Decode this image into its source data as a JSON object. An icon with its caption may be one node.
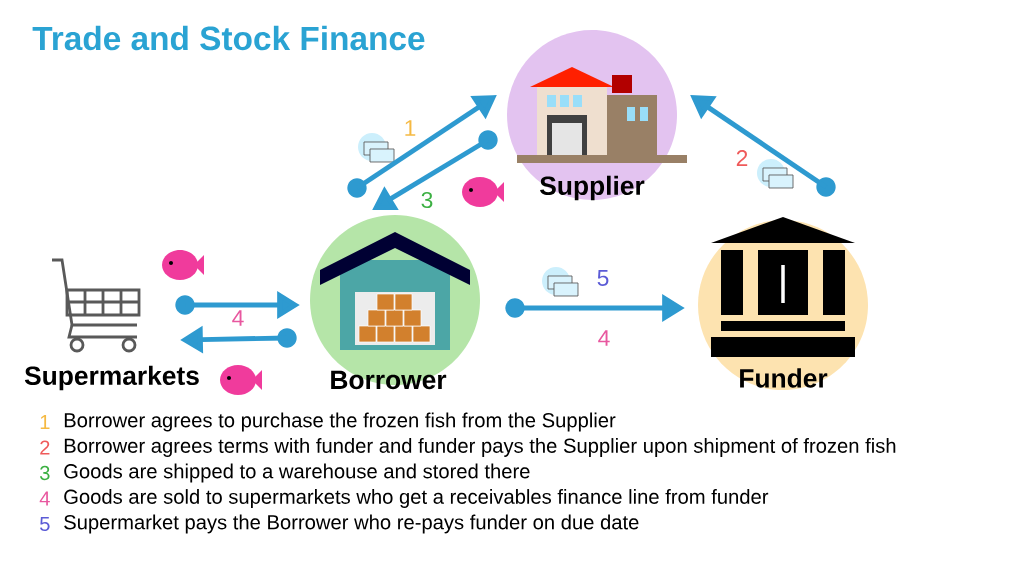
{
  "diagram": {
    "title": "Trade and Stock Finance",
    "nodes": [
      {
        "text": [
          "Supermarkets"
        ]
      },
      {
        "text": [
          "Borrower"
        ]
      },
      {
        "text": [
          "Supplier"
        ]
      },
      {
        "text": [
          "Funder"
        ]
      }
    ],
    "edges": [
      {
        "from": 1,
        "to": 2,
        "arrow": "to",
        "label": "1"
      },
      {
        "from": 2,
        "to": 1,
        "arrow": "to",
        "label": "3"
      },
      {
        "from": 3,
        "to": 2,
        "arrow": "to",
        "label": "2"
      },
      {
        "from": 0,
        "to": 1,
        "arrow": "to",
        "label": "4"
      },
      {
        "from": 1,
        "to": 0,
        "arrow": "to"
      },
      {
        "from": 1,
        "to": 3,
        "arrow": "to",
        "label": "5"
      }
    ],
    "labels": [
      "4",
      "1",
      "Borrower agrees to purchase the frozen fish from the Supplier",
      "2",
      "Borrower agrees terms with funder and funder pays the Supplier upon shipment of frozen fish",
      "3",
      "Goods are shipped to a warehouse and stored there",
      "4",
      "Goods are sold to supermarkets who get a receivables finance line from funder",
      "5",
      "Supermarket pays the Borrower who re-pays funder on due date"
    ]
  }
}
